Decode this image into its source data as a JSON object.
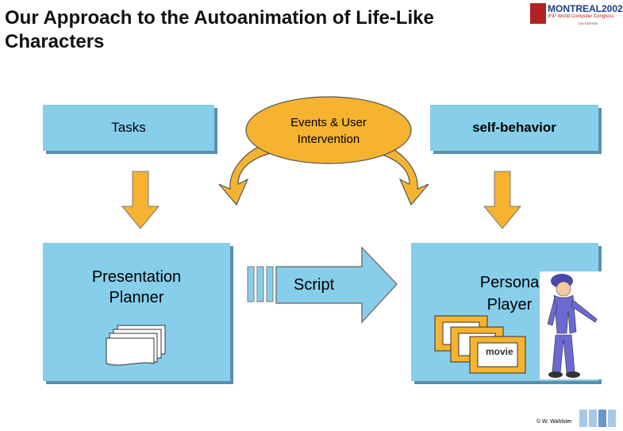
{
  "title": "Our Approach to the Autoanimation of Life-Like Characters",
  "logo": {
    "line1": "MONTREAL2002",
    "line2": "IFIP World Computer Congress",
    "line3": "17th EDITION"
  },
  "boxes": {
    "tasks": "Tasks",
    "events": "Events & User Intervention",
    "self_behavior": "self-behavior",
    "planner": "Presentation Planner",
    "script": "Script",
    "persona": "Persona Player"
  },
  "movie_label": "movie",
  "footer": "© W. Wahlster",
  "colors": {
    "box": "#87ceeb",
    "arrow": "#f5b330",
    "ellipse": "#f5b330",
    "script_arrow": "#87ceeb"
  }
}
